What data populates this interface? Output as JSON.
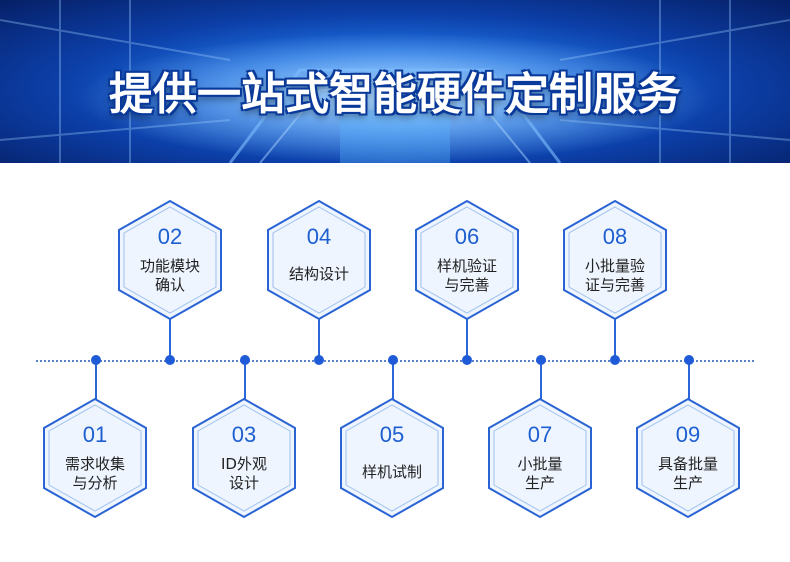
{
  "banner": {
    "title": "提供一站式智能硬件定制服务"
  },
  "colors": {
    "accent": "#1f5bd6",
    "number": "#1e5fd0",
    "hex_fill": "#eef5ff"
  },
  "steps_top": [
    {
      "num": "02",
      "line1": "功能模块",
      "line2": "确认"
    },
    {
      "num": "04",
      "line1": "结构设计",
      "line2": ""
    },
    {
      "num": "06",
      "line1": "样机验证",
      "line2": "与完善"
    },
    {
      "num": "08",
      "line1": "小批量验",
      "line2": "证与完善"
    }
  ],
  "steps_bottom": [
    {
      "num": "01",
      "line1": "需求收集",
      "line2": "与分析"
    },
    {
      "num": "03",
      "line1": "ID外观",
      "line2": "设计"
    },
    {
      "num": "05",
      "line1": "样机试制",
      "line2": ""
    },
    {
      "num": "07",
      "line1": "小批量",
      "line2": "生产"
    },
    {
      "num": "09",
      "line1": "具备批量",
      "line2": "生产"
    }
  ]
}
